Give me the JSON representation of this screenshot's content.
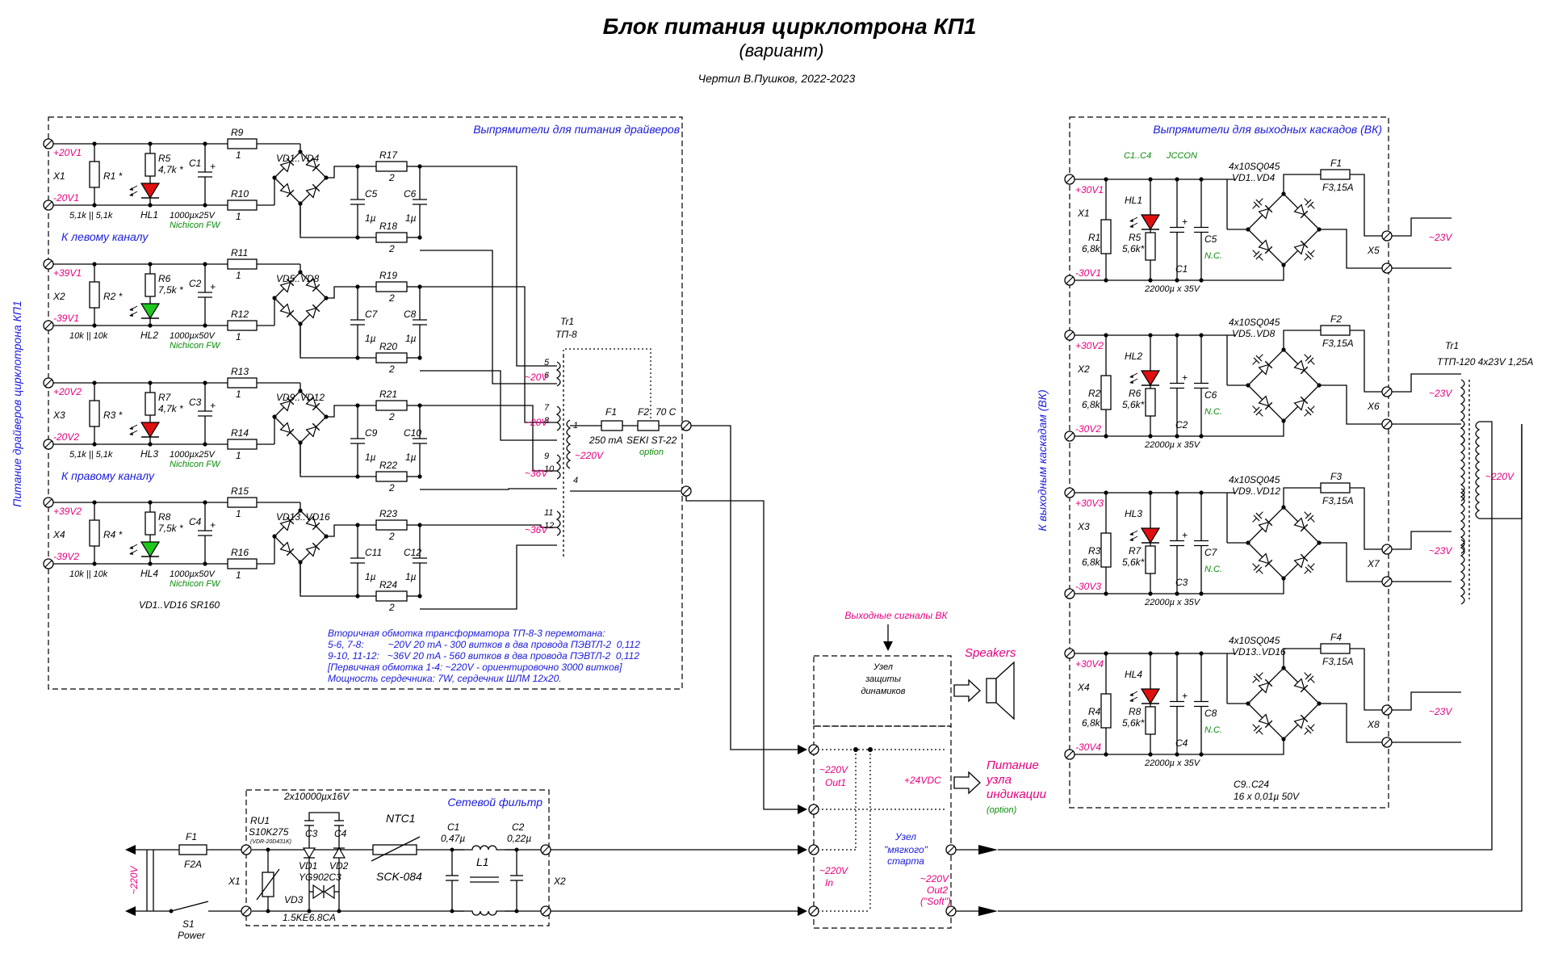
{
  "title": "Блок питания цирклотрона КП1",
  "subtitle": "(вариант)",
  "author": "Чертил В.Пушков, 2022-2023",
  "colors": {
    "led_red": "#e01010",
    "led_green": "#1ec81e",
    "accent_magenta": "#e6007e",
    "note_green": "#0a8a0a",
    "label_blue": "#1a1adc"
  },
  "driver_block": {
    "title": "Выпрямители для питания драйверов",
    "side_label": "Питание драйверов цирклотрона КП1",
    "left_channel": "К левому каналу",
    "right_channel": "К правому каналу",
    "rows": [
      {
        "plus": "+20V1",
        "minus": "-20V1",
        "x": "X1",
        "r_load": "R1 *",
        "r_load_val": "5,1k || 5,1k",
        "r_led": "R5",
        "r_led_val": "4,7k *",
        "hl": "HL1",
        "cap": "C1",
        "cap_val": "1000µx25V",
        "rr_top": "R9",
        "rr_bot": "R10",
        "rr_val": "1",
        "bridge": "VD1..VD4",
        "rf_top": "R17",
        "rf_bot": "R18",
        "rf_val": "2",
        "c_a": "C5",
        "c_b": "C6",
        "c_val": "1µ",
        "led": "red"
      },
      {
        "plus": "+39V1",
        "minus": "-39V1",
        "x": "X2",
        "r_load": "R2 *",
        "r_load_val": "10k || 10k",
        "r_led": "R6",
        "r_led_val": "7,5k *",
        "hl": "HL2",
        "cap": "C2",
        "cap_val": "1000µx50V",
        "rr_top": "R11",
        "rr_bot": "R12",
        "rr_val": "1",
        "bridge": "VD5..VD8",
        "rf_top": "R19",
        "rf_bot": "R20",
        "rf_val": "2",
        "c_a": "C7",
        "c_b": "C8",
        "c_val": "1µ",
        "led": "green"
      },
      {
        "plus": "+20V2",
        "minus": "-20V2",
        "x": "X3",
        "r_load": "R3 *",
        "r_load_val": "5,1k || 5,1k",
        "r_led": "R7",
        "r_led_val": "4,7k *",
        "hl": "HL3",
        "cap": "C3",
        "cap_val": "1000µx25V",
        "rr_top": "R13",
        "rr_bot": "R14",
        "rr_val": "1",
        "bridge": "VD9..VD12",
        "rf_top": "R21",
        "rf_bot": "R22",
        "rf_val": "2",
        "c_a": "C9",
        "c_b": "C10",
        "c_val": "1µ",
        "led": "red"
      },
      {
        "plus": "+39V2",
        "minus": "-39V2",
        "x": "X4",
        "r_load": "R4 *",
        "r_load_val": "10k || 10k",
        "r_led": "R8",
        "r_led_val": "7,5k *",
        "hl": "HL4",
        "cap": "C4",
        "cap_val": "1000µx50V",
        "rr_top": "R15",
        "rr_bot": "R16",
        "rr_val": "1",
        "bridge": "VD13..VD16",
        "rf_top": "R23",
        "rf_bot": "R24",
        "rf_val": "2",
        "c_a": "C11",
        "c_b": "C12",
        "c_val": "1µ",
        "led": "green"
      }
    ],
    "nichicon": "Nichicon FW",
    "diodes_note": "VD1..VD16    SR160",
    "transformer": "Tr1",
    "transformer_type": "ТП-8",
    "pins": [
      "5",
      "6",
      "7",
      "8",
      "1",
      "9",
      "10",
      "4",
      "11",
      "12"
    ],
    "tap_20v": "~20V",
    "tap_220v": "~220V",
    "tap_36v": "~36V",
    "fuse1": "F1",
    "fuse1_val": "250 mA",
    "fuse2": "F2",
    "fuse2_val": "70 C",
    "fuse2_type": "SEKI ST-22",
    "fuse2_opt": "option",
    "notes": [
      "Вторичная обмотка трансформатора ТП-8-3 перемотана:",
      "5-6, 7-8:         ~20V 20 mA - 300 витков в два провода ПЭВТЛ-2  0,112",
      "9-10, 11-12:   ~36V 20 mA - 560 витков в два провода ПЭВТЛ-2  0,112",
      "[Первичная обмотка 1-4: ~220V - ориентировочно 3000 витков]",
      "Мощность сердечника: 7W, сердечник ШЛМ 12x20."
    ]
  },
  "output_block": {
    "title": "Выпрямители для выходных каскадов (ВК)",
    "side_label": "К выходным каскадам (ВК)",
    "cap_type_a": "C1..C4",
    "cap_type_b": "JCCON",
    "rows": [
      {
        "plus": "+30V1",
        "minus": "-30V1",
        "x": "X1",
        "r": "R1",
        "r_val": "6,8k",
        "rl": "R5",
        "rl_val": "5,6k*",
        "hl": "HL1",
        "c": "C1",
        "c_val": "22000µ x 35V",
        "cn": "C5",
        "diode": "4x10SQ045",
        "bridge": "VD1..VD4",
        "fuse": "F1",
        "fuse_val": "F3,15A",
        "xo": "X5"
      },
      {
        "plus": "+30V2",
        "minus": "-30V2",
        "x": "X2",
        "r": "R2",
        "r_val": "6,8k",
        "rl": "R6",
        "rl_val": "5,6k*",
        "hl": "HL2",
        "c": "C2",
        "c_val": "22000µ x 35V",
        "cn": "C6",
        "diode": "4x10SQ045",
        "bridge": "VD5..VD8",
        "fuse": "F2",
        "fuse_val": "F3,15A",
        "xo": "X6"
      },
      {
        "plus": "+30V3",
        "minus": "-30V3",
        "x": "X3",
        "r": "R3",
        "r_val": "6,8k",
        "rl": "R7",
        "rl_val": "5,6k*",
        "hl": "HL3",
        "c": "C3",
        "c_val": "22000µ x 35V",
        "cn": "C7",
        "diode": "4x10SQ045",
        "bridge": "VD9..VD12",
        "fuse": "F3",
        "fuse_val": "F3,15A",
        "xo": "X7"
      },
      {
        "plus": "+30V4",
        "minus": "-30V4",
        "x": "X4",
        "r": "R4",
        "r_val": "6,8k",
        "rl": "R8",
        "rl_val": "5,6k*",
        "hl": "HL4",
        "c": "C4",
        "c_val": "22000µ x 35V",
        "cn": "C8",
        "diode": "4x10SQ045",
        "bridge": "VD13..VD16",
        "fuse": "F4",
        "fuse_val": "F3,15A",
        "xo": "X8"
      }
    ],
    "nc": "N.C.",
    "tap": "~23V",
    "tr": "Tr1",
    "tr_type": "ТТП-120 4x23V 1,25A",
    "tr_primary": "~220V",
    "cap_note1": "C9..C24",
    "cap_note2": "16 x 0,01µ 50V"
  },
  "middle": {
    "signals_title": "Выходные сигналы ВК",
    "protect_line1": "Узел",
    "protect_line2": "защиты",
    "protect_line3": "динамиков",
    "speakers": "Speakers",
    "out1_a": "~220V",
    "out1_b": "Out1",
    "in_a": "~220V",
    "in_b": "In",
    "vdc": "+24VDC",
    "ind_1": "Питание",
    "ind_2": "узла",
    "ind_3": "индикации",
    "ind_opt": "(option)",
    "soft_1": "Узел",
    "soft_2": "\"мягкого\"",
    "soft_3": "старта",
    "out2_a": "~220V",
    "out2_b": "Out2",
    "out2_c": "(\"Soft\")"
  },
  "mains_filter": {
    "title": "Сетевой фильтр",
    "caps_top": "2x10000µx16V",
    "ru": "RU1",
    "ru_type": "S10K275",
    "ru_alt": "(VDR-20D431K)",
    "c3": "C3",
    "c4": "C4",
    "vd1": "VD1",
    "vd2": "VD2",
    "vd_type": "YG902C3",
    "vd3": "VD3",
    "vd3_type": "1.5KE6.8CA",
    "ntc": "NTC1",
    "ntc_type": "SCK-084",
    "c1": "C1",
    "c1_val": "0,47µ",
    "c2": "C2",
    "c2_val": "0,22µ",
    "l1": "L1",
    "x1": "X1",
    "x2": "X2",
    "f1": "F1",
    "f1_val": "F2A",
    "mains": "~220V",
    "s1": "S1",
    "s1_label": "Power"
  }
}
